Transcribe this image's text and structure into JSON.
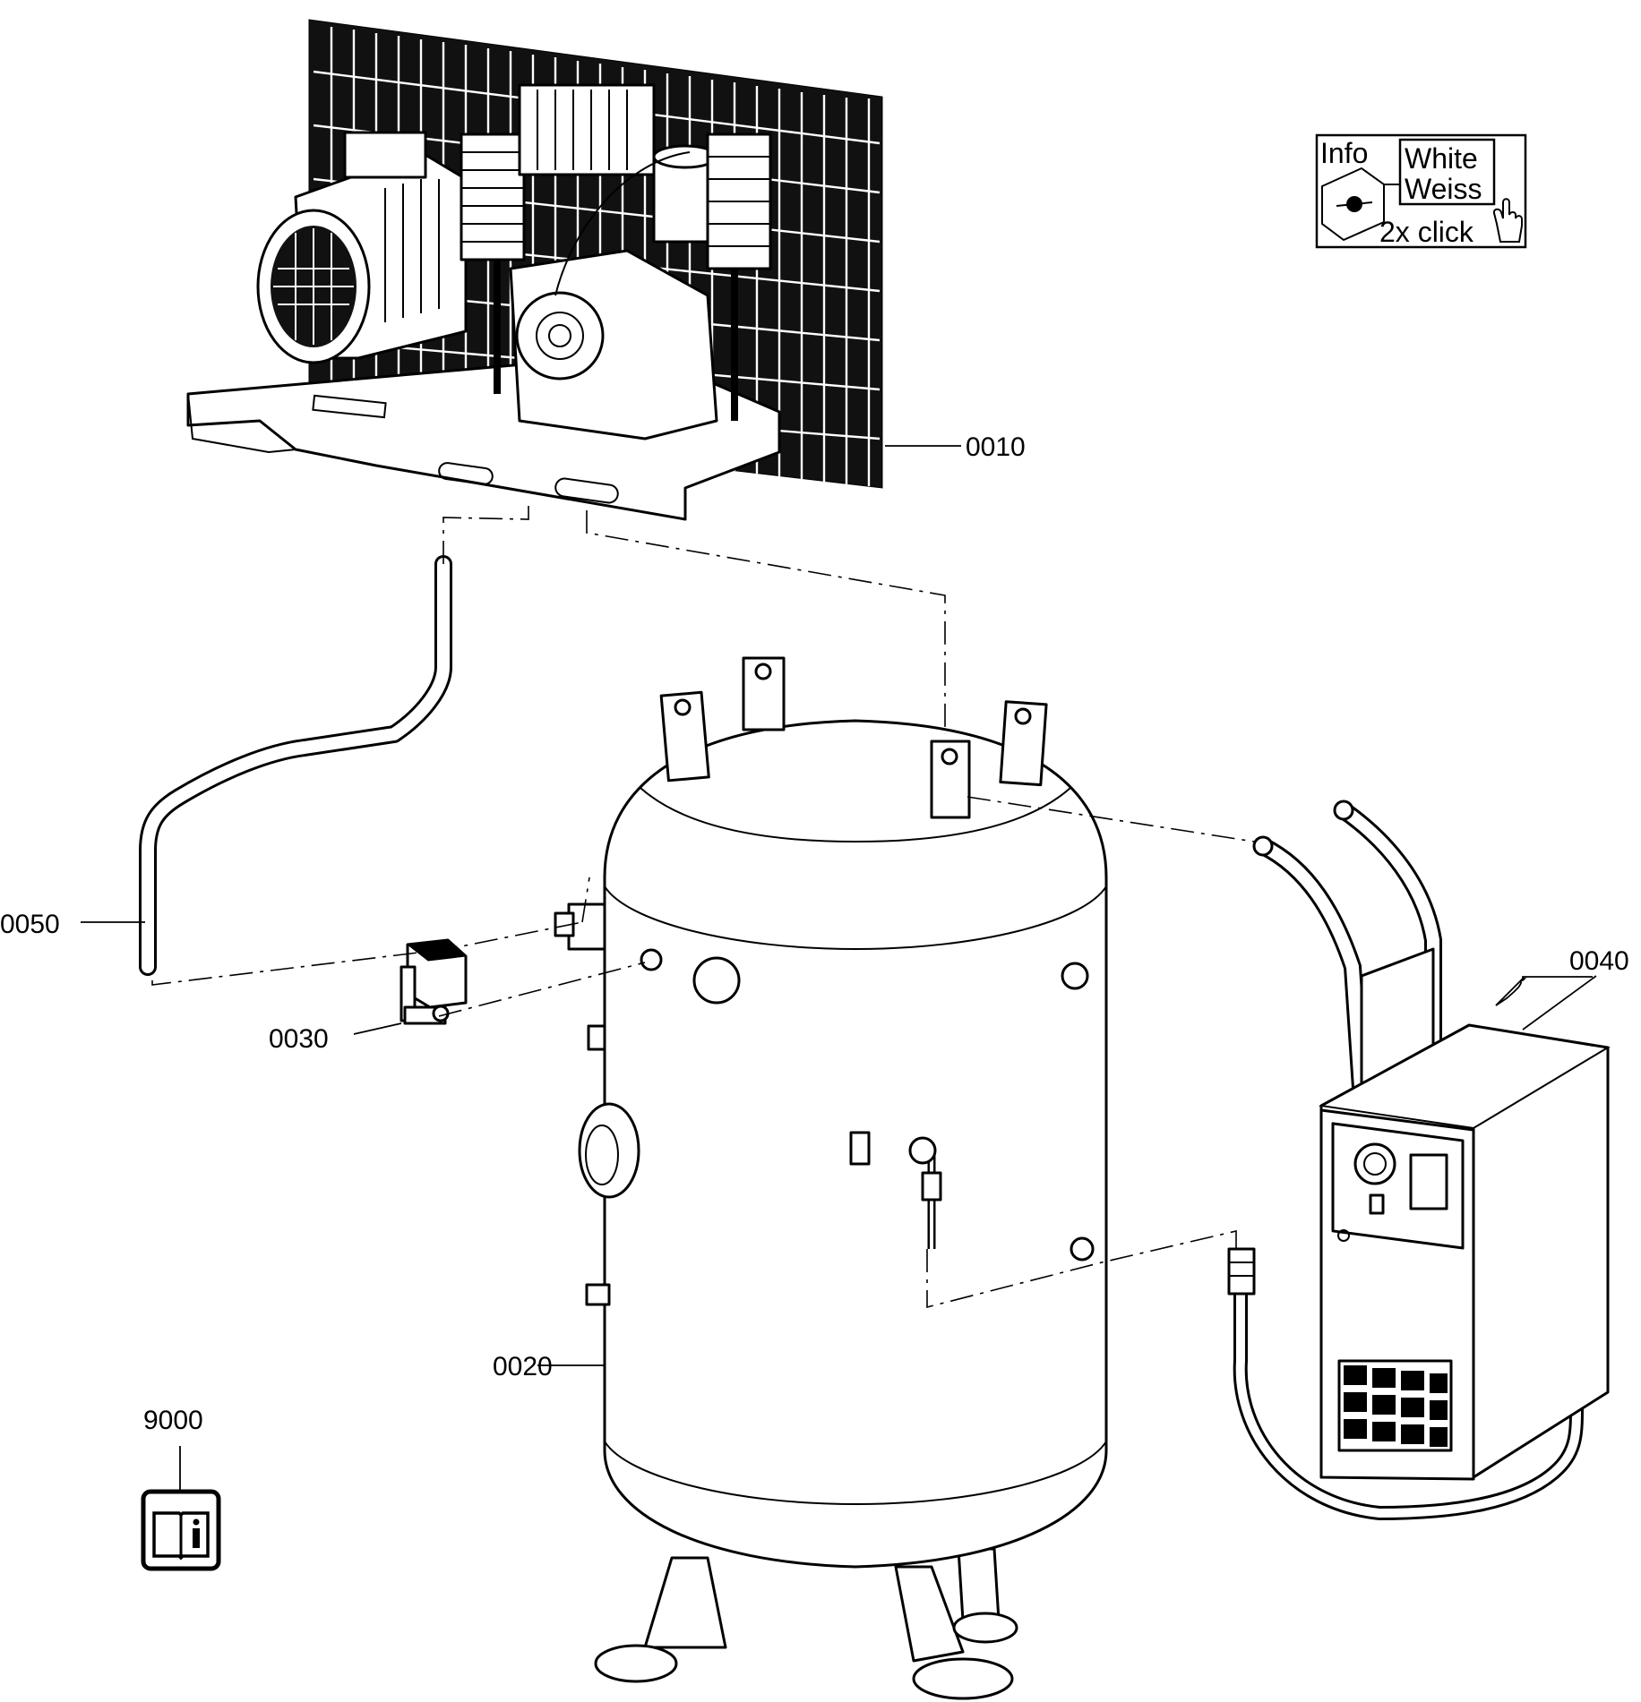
{
  "callouts": {
    "c0010": "0010",
    "c0020": "0020",
    "c0030": "0030",
    "c0040": "0040",
    "c0050": "0050",
    "c9000": "9000"
  },
  "info_box": {
    "info": "Info",
    "white": "White",
    "weiss": "Weiss",
    "click": "2x click"
  },
  "icons": {
    "manual": "manual-book-info-icon",
    "pointer": "hand-pointer-icon"
  }
}
